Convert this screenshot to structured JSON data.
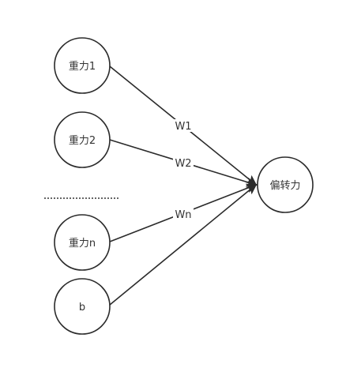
{
  "inputs": [
    {
      "label": "重力1",
      "weight": "W1"
    },
    {
      "label": "重力2",
      "weight": "W2"
    },
    {
      "label": "重力n",
      "weight": "Wn"
    },
    {
      "label": "b",
      "weight": ""
    }
  ],
  "output": {
    "label": "偏转力"
  },
  "colors": {
    "stroke": "#2b2b2b",
    "text": "#333333",
    "background": "#ffffff"
  }
}
